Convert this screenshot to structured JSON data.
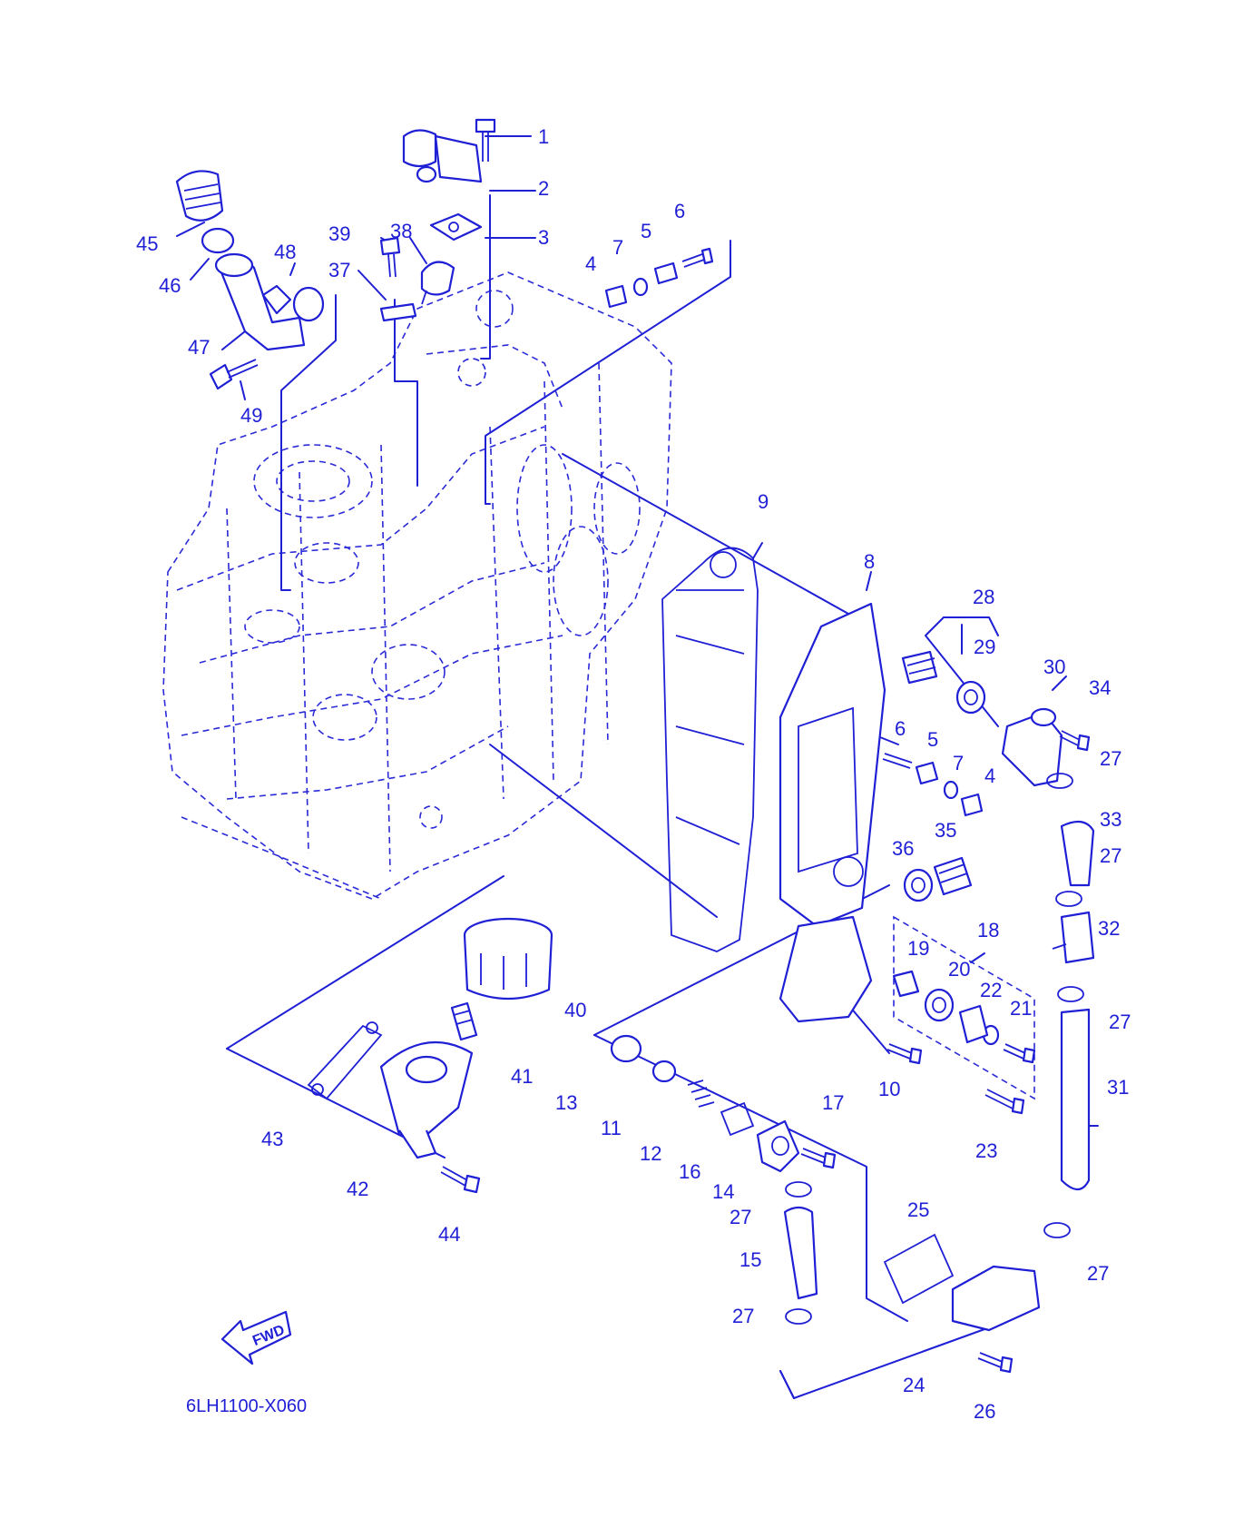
{
  "diagram": {
    "code": "6LH1100-X060",
    "direction_label": "FWD",
    "colors": {
      "line": "#1f1fd6",
      "background": "#ffffff"
    },
    "callouts": [
      {
        "text": "1"
      },
      {
        "text": "2"
      },
      {
        "text": "3"
      },
      {
        "text": "4"
      },
      {
        "text": "4"
      },
      {
        "text": "5"
      },
      {
        "text": "5"
      },
      {
        "text": "6"
      },
      {
        "text": "6"
      },
      {
        "text": "7"
      },
      {
        "text": "7"
      },
      {
        "text": "8"
      },
      {
        "text": "9"
      },
      {
        "text": "10"
      },
      {
        "text": "11"
      },
      {
        "text": "12"
      },
      {
        "text": "13"
      },
      {
        "text": "14"
      },
      {
        "text": "15"
      },
      {
        "text": "16"
      },
      {
        "text": "17"
      },
      {
        "text": "18"
      },
      {
        "text": "19"
      },
      {
        "text": "20"
      },
      {
        "text": "21"
      },
      {
        "text": "22"
      },
      {
        "text": "23"
      },
      {
        "text": "24"
      },
      {
        "text": "25"
      },
      {
        "text": "26"
      },
      {
        "text": "27"
      },
      {
        "text": "27"
      },
      {
        "text": "27"
      },
      {
        "text": "27"
      },
      {
        "text": "27"
      },
      {
        "text": "27"
      },
      {
        "text": "27"
      },
      {
        "text": "28"
      },
      {
        "text": "29"
      },
      {
        "text": "30"
      },
      {
        "text": "31"
      },
      {
        "text": "32"
      },
      {
        "text": "33"
      },
      {
        "text": "34"
      },
      {
        "text": "35"
      },
      {
        "text": "36"
      },
      {
        "text": "37"
      },
      {
        "text": "38"
      },
      {
        "text": "39"
      },
      {
        "text": "40"
      },
      {
        "text": "41"
      },
      {
        "text": "42"
      },
      {
        "text": "43"
      },
      {
        "text": "44"
      },
      {
        "text": "45"
      },
      {
        "text": "46"
      },
      {
        "text": "47"
      },
      {
        "text": "48"
      },
      {
        "text": "49"
      }
    ]
  }
}
